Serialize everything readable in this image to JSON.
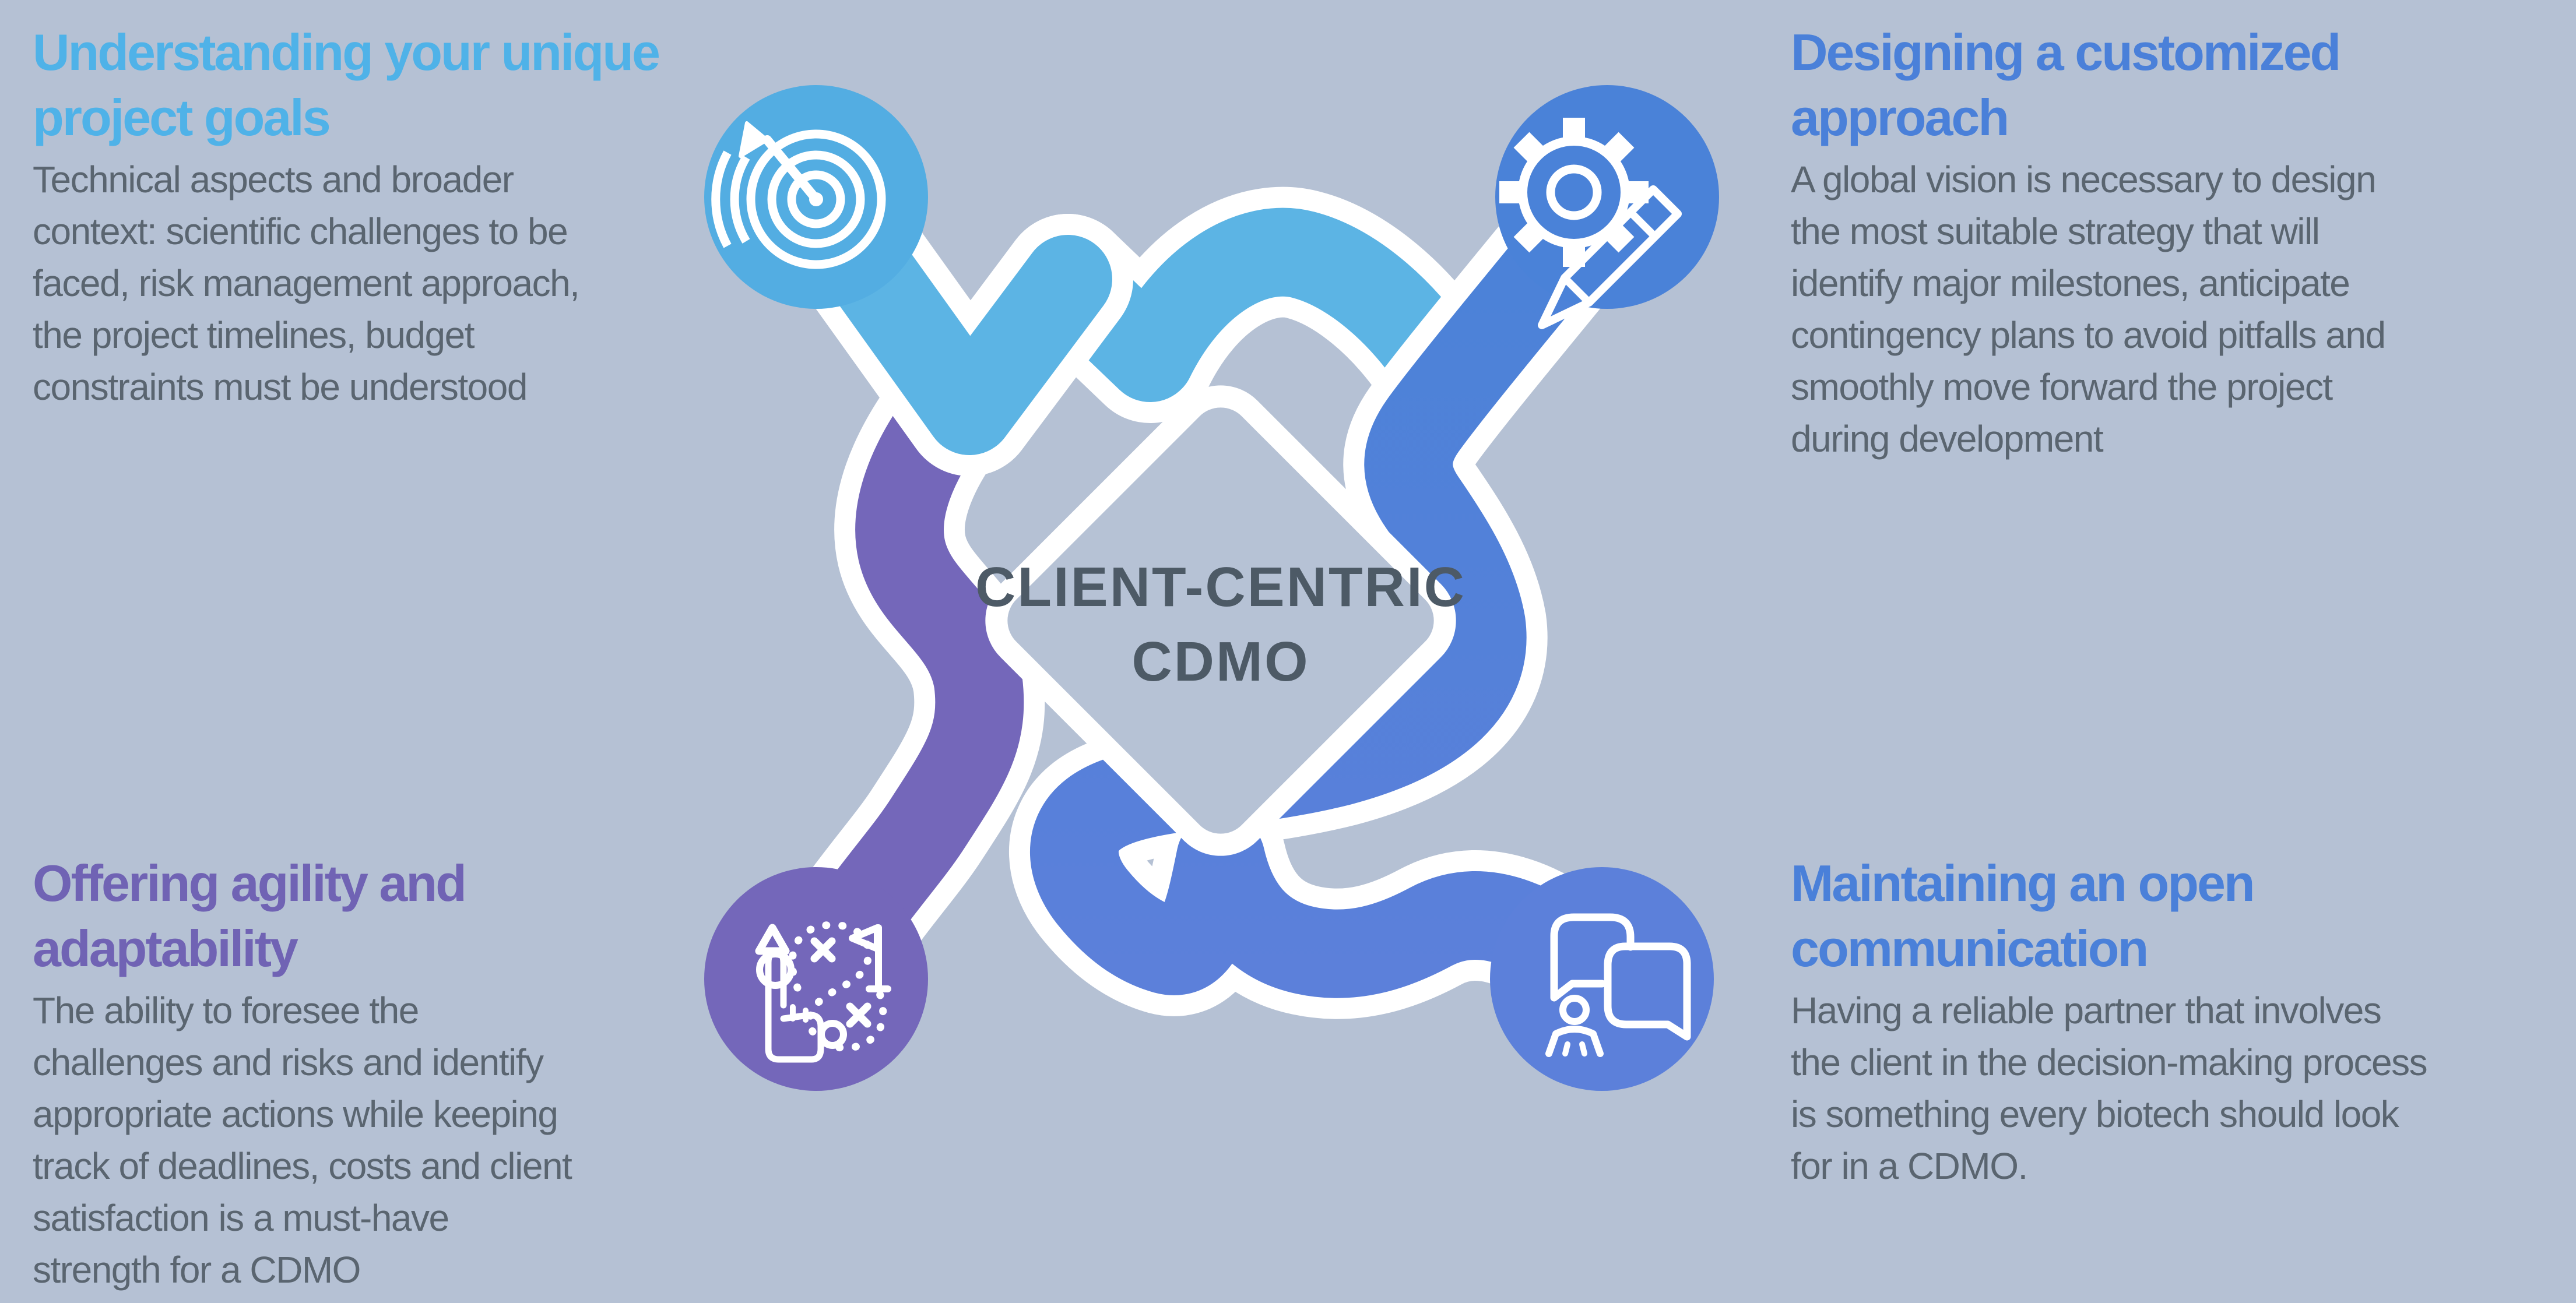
{
  "background_color": "#b5c1d4",
  "center": {
    "line1": "CLIENT-CENTRIC",
    "line2": "CDMO",
    "text_color": "#4d5a66",
    "diamond_fill": "#b6c2d5",
    "diamond_border": "#ffffff"
  },
  "quadrants": {
    "top_left": {
      "heading_lines": [
        "Understanding your unique",
        "project goals"
      ],
      "body_lines": [
        "Technical aspects and broader",
        "context: scientific challenges to be",
        "faced, risk management approach,",
        "the project timelines, budget",
        "constraints must be understood"
      ],
      "heading_color": "#4fb2e8",
      "icon": "target-arrow-icon",
      "ribbon_color": "#5cb4e4",
      "circle_color": "#53ade2"
    },
    "top_right": {
      "heading_lines": [
        "Designing a customized",
        "approach"
      ],
      "body_lines": [
        "A global vision is necessary to design",
        "the most suitable strategy that will",
        "identify major milestones, anticipate",
        "contingency plans to avoid pitfalls and",
        "smoothly move forward the project",
        "during development"
      ],
      "heading_color": "#4a80d9",
      "icon": "gear-pencil-icon",
      "ribbon_color": "#4a82d8",
      "circle_color": "#4a82d8"
    },
    "bottom_left": {
      "heading_lines": [
        "Offering agility and",
        "adaptability"
      ],
      "body_lines": [
        "The ability to foresee the",
        "challenges and risks and identify",
        "appropriate actions while keeping",
        "track of deadlines, costs and client",
        "satisfaction is a must-have",
        "strength for a CDMO"
      ],
      "heading_color": "#7063b4",
      "icon": "strategy-path-icon",
      "ribbon_color": "#7467ba",
      "circle_color": "#7467ba"
    },
    "bottom_right": {
      "heading_lines": [
        "Maintaining an open",
        "communication"
      ],
      "body_lines": [
        "Having a reliable partner that involves",
        "the client in the decision-making process",
        "is something every biotech should look",
        "for in a CDMO."
      ],
      "heading_color": "#4a80d9",
      "icon": "chat-bubbles-icon",
      "ribbon_color": "#5c80da",
      "circle_color": "#5c80da"
    }
  },
  "body_text_color": "#5a6570"
}
